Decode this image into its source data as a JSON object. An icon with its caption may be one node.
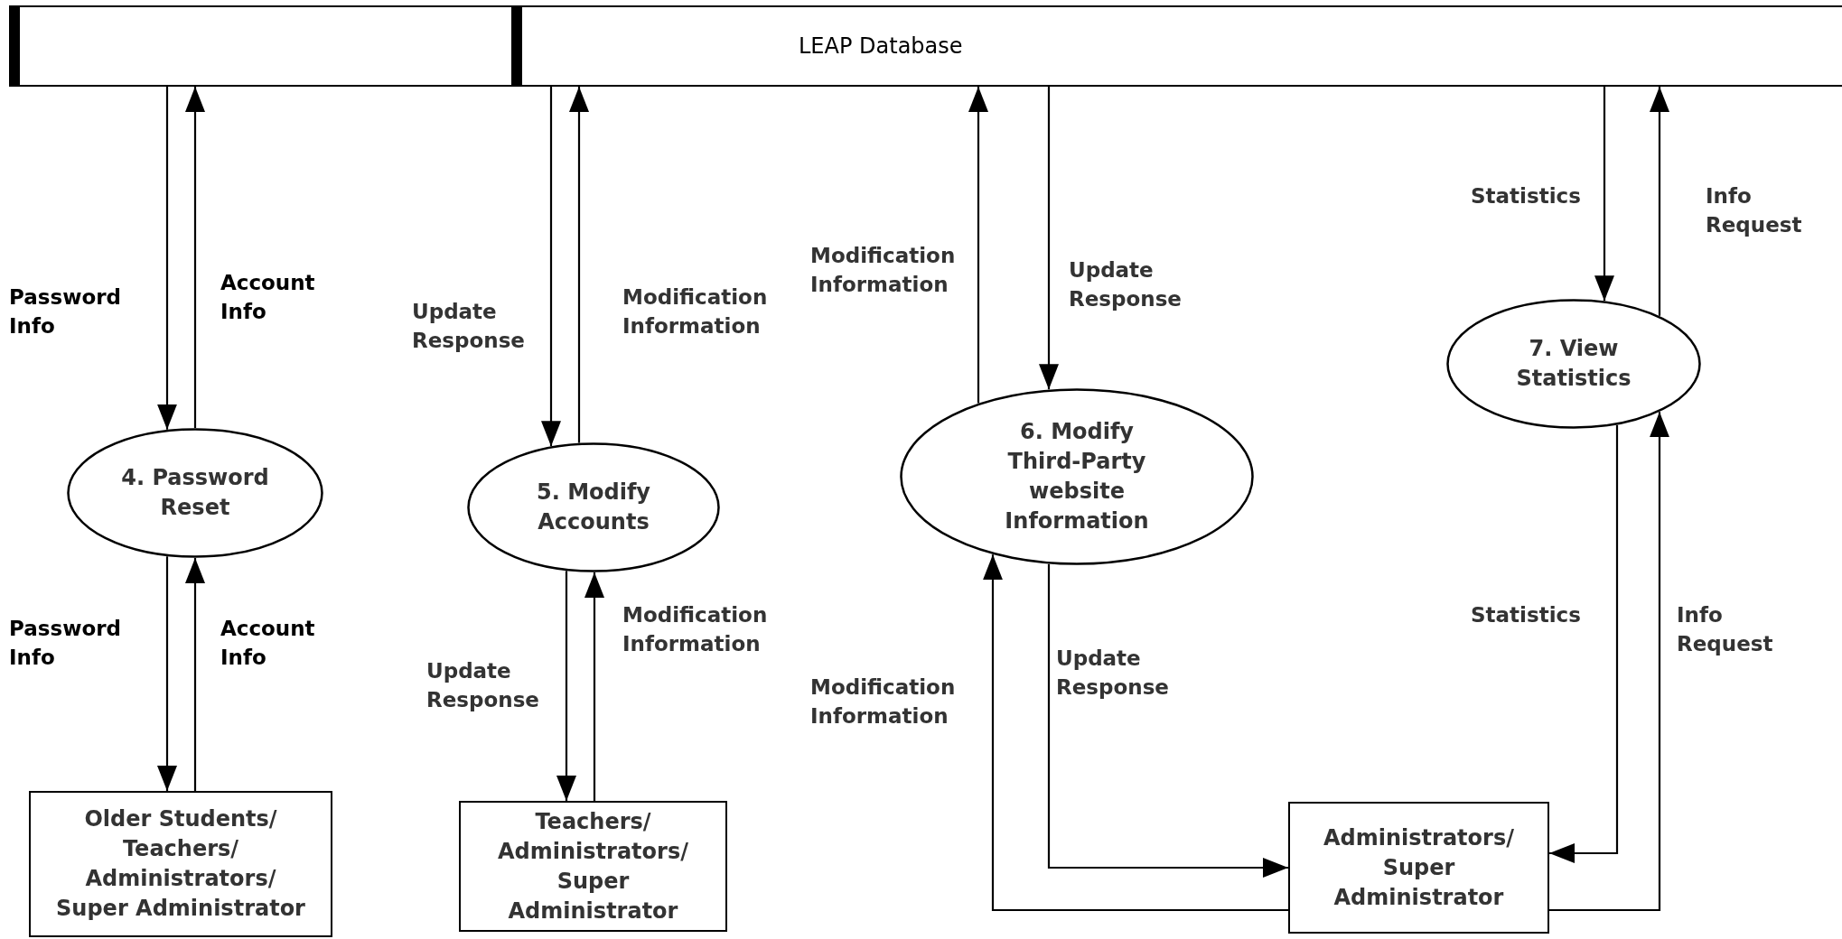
{
  "diagram": {
    "nodes": [
      {
        "text": [
          "LEAP Database"
        ]
      },
      {
        "text": [
          "4. Password Reset"
        ]
      },
      {
        "text": [
          "5. Modify Accounts"
        ]
      },
      {
        "text": [
          "6. Modify Third-Party website Information"
        ]
      },
      {
        "text": [
          "7. View Statistics"
        ]
      },
      {
        "text": [
          "Older Students/ Teachers/ Administrators/ Super Administrator"
        ]
      },
      {
        "text": [
          "Teachers/ Administrators/ Super Administrator"
        ]
      },
      {
        "text": [
          "Administrators/ Super Administrator"
        ]
      }
    ],
    "edges": [
      {
        "from": 0,
        "to": 1,
        "arrow": "to",
        "label": "Password Info"
      },
      {
        "from": 1,
        "to": 0,
        "arrow": "to",
        "label": "Account Info"
      },
      {
        "from": 1,
        "to": 5,
        "arrow": "to",
        "label": "Password Info"
      },
      {
        "from": 5,
        "to": 1,
        "arrow": "to",
        "label": "Account Info"
      },
      {
        "from": 0,
        "to": 2,
        "arrow": "to",
        "label": "Update Response"
      },
      {
        "from": 2,
        "to": 0,
        "arrow": "to",
        "label": "Modification Information"
      },
      {
        "from": 2,
        "to": 6,
        "arrow": "to",
        "label": "Update Response"
      },
      {
        "from": 6,
        "to": 2,
        "arrow": "to",
        "label": "Modification Information"
      },
      {
        "from": 3,
        "to": 0,
        "arrow": "to",
        "label": "Modification Information"
      },
      {
        "from": 0,
        "to": 3,
        "arrow": "to",
        "label": "Update Response"
      },
      {
        "from": 3,
        "to": 7,
        "arrow": "to",
        "label": "Update Response"
      },
      {
        "from": 7,
        "to": 3,
        "arrow": "to",
        "label": "Modification Information"
      },
      {
        "from": 0,
        "to": 4,
        "arrow": "to",
        "label": "Statistics"
      },
      {
        "from": 4,
        "to": 0,
        "arrow": "to",
        "label": "Info Request"
      },
      {
        "from": 4,
        "to": 7,
        "arrow": "to",
        "label": "Statistics"
      },
      {
        "from": 7,
        "to": 4,
        "arrow": "to",
        "label": "Info Request"
      }
    ]
  }
}
